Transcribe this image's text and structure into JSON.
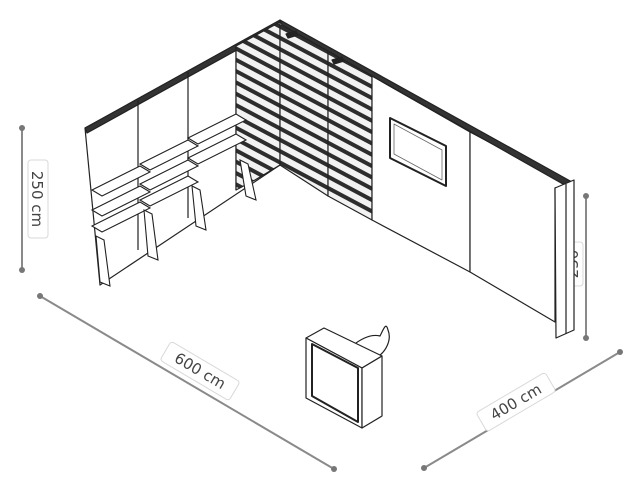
{
  "dimensions": {
    "height_left": "250 cm",
    "width_front": "600 cm",
    "depth_right": "400 cm",
    "height_right": "250"
  },
  "colors": {
    "dimension_line": "#8a8a8a",
    "dimension_dot": "#777777",
    "label_box": "#d9d9d9",
    "outline": "#222222",
    "slat_fill": "#3a3a3a",
    "wall_fill": "#ffffff"
  }
}
